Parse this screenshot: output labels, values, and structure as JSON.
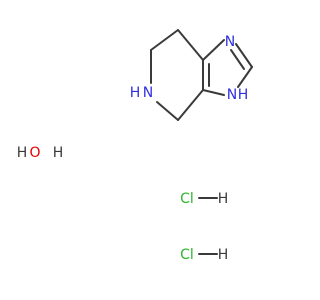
{
  "molecule": {
    "atoms": {
      "n1": "N",
      "n3": "N",
      "n3_h": "H",
      "n5": "N",
      "n5_h": "H"
    }
  },
  "water": {
    "h1": "H",
    "o": "O",
    "h2": "H"
  },
  "salts": [
    {
      "cl": "Cl",
      "h": "H"
    },
    {
      "cl": "Cl",
      "h": "H"
    }
  ],
  "colors": {
    "bond": "#3a3a3a",
    "nitrogen": "#2f2fe0",
    "oxygen": "#e00000",
    "chlorine": "#2db52d",
    "hydrogen": "#3a3a3a"
  }
}
